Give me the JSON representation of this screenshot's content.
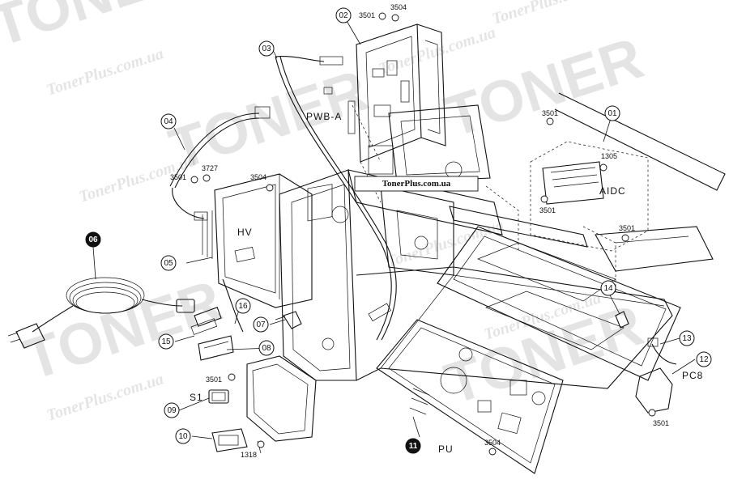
{
  "watermark": {
    "brand": "TONER",
    "site": "TonerPlus.com.ua"
  },
  "site_label": "TonerPlus.com.ua",
  "callouts": [
    {
      "id": "01",
      "style": "outline"
    },
    {
      "id": "02",
      "style": "outline"
    },
    {
      "id": "03",
      "style": "outline"
    },
    {
      "id": "04",
      "style": "outline"
    },
    {
      "id": "05",
      "style": "outline"
    },
    {
      "id": "06",
      "style": "solid"
    },
    {
      "id": "07",
      "style": "outline"
    },
    {
      "id": "08",
      "style": "outline"
    },
    {
      "id": "09",
      "style": "outline"
    },
    {
      "id": "10",
      "style": "outline"
    },
    {
      "id": "11",
      "style": "solid"
    },
    {
      "id": "12",
      "style": "outline"
    },
    {
      "id": "13",
      "style": "outline"
    },
    {
      "id": "14",
      "style": "outline"
    },
    {
      "id": "15",
      "style": "outline"
    },
    {
      "id": "16",
      "style": "outline"
    }
  ],
  "screw_labels": [
    "3501",
    "3504",
    "3501",
    "3727",
    "3504",
    "3501",
    "1305",
    "3501",
    "3501",
    "3501",
    "3501",
    "3504",
    "1318"
  ],
  "area_labels": [
    "PWB-A",
    "HV",
    "AIDC",
    "PC8",
    "S1",
    "PU"
  ],
  "colors": {
    "line": "#111111",
    "background": "#ffffff",
    "watermark": "#000000"
  }
}
